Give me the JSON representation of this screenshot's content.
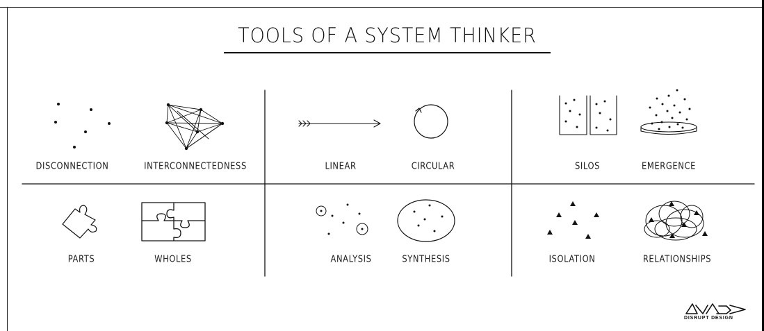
{
  "title": "TOOLS OF A SYSTEM THINKER",
  "labels": {
    "disconnection": "DISCONNECTION",
    "interconnectedness": "INTERCONNECTEDNESS",
    "linear": "LINEAR",
    "circular": "CIRCULAR",
    "silos": "SILOS",
    "emergence": "EMERGENCE",
    "parts": "PARTS",
    "wholes": "WHOLES",
    "analysis": "ANALYSIS",
    "synthesis": "SYNTHESIS",
    "isolation": "ISOLATION",
    "relationships": "RELATIONSHIPS"
  },
  "logo": {
    "text": "DISRUPT DESIGN"
  }
}
